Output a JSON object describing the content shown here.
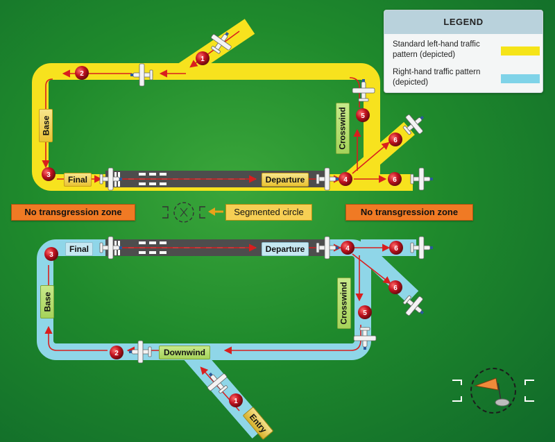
{
  "legend": {
    "title": "LEGEND",
    "items": [
      {
        "label": "Standard left-hand traffic pattern (depicted)",
        "color": "#f5e418"
      },
      {
        "label": "Right-hand traffic pattern (depicted)",
        "color": "#7fd3e8"
      }
    ]
  },
  "zones": {
    "left": "No transgression zone",
    "right": "No transgression zone"
  },
  "segmented_circle": "Segmented circle",
  "upper_pattern": {
    "color": "#f7e21e",
    "legs": {
      "base": "Base",
      "final": "Final",
      "departure": "Departure",
      "crosswind": "Crosswind"
    },
    "markers": [
      "1",
      "2",
      "3",
      "4",
      "5",
      "6",
      "6"
    ]
  },
  "lower_pattern": {
    "color": "#8fd6e8",
    "legs": {
      "final": "Final",
      "departure": "Departure",
      "base": "Base",
      "crosswind": "Crosswind",
      "downwind": "Downwind",
      "entry": "Entry"
    },
    "markers": [
      "1",
      "2",
      "3",
      "4",
      "5",
      "6",
      "6"
    ]
  },
  "colors": {
    "background": "#1f8a2c",
    "runway": "#4a4a4a",
    "marker": "#c1121f",
    "arrow": "#d91e1e",
    "zone": "#f07a24"
  }
}
